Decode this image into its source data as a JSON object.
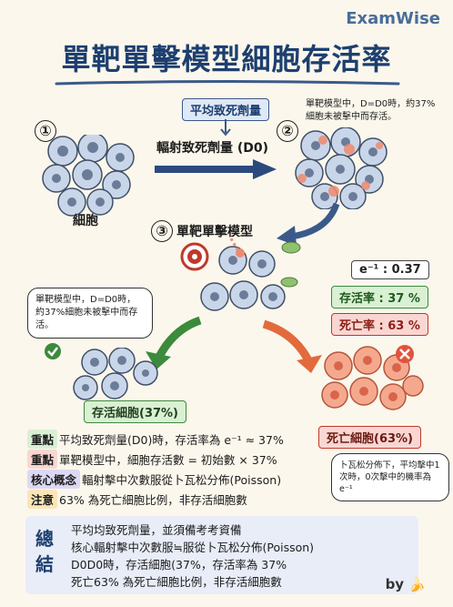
{
  "brand": "ExamWise",
  "title": "單靶單擊模型細胞存活率",
  "steps": {
    "s1": "①",
    "s2": "②",
    "s3": "③"
  },
  "chip_avg_lethal": "平均致死劑量",
  "radiation_label": "輻射致死劑量 (D0)",
  "cells_label": "細胞",
  "model_label": "單靶單擊模型",
  "bubble_top_right": "單靶模型中，D=D0時，約37%細胞未被擊中而存活。",
  "bubble_left": "單靶模型中，D=D0時，約37%細胞未被擊中而存活。",
  "e_value": "e⁻¹ : 0.37",
  "survival_rate": "存活率 : 37 %",
  "death_rate": "死亡率 : 63 %",
  "surviving_cells": "存活細胞(37%)",
  "dead_cells": "死亡細胞(63%)",
  "poisson_note": "卜瓦松分佈下，平均擊中1次時，0次擊中的機率為e⁻¹",
  "key_points": [
    {
      "tag": "重點",
      "tag_color": "#d9f0d3",
      "text": "平均致死劑量(D0)時，存活率為 e⁻¹ ≈ 37%"
    },
    {
      "tag": "重點",
      "tag_color": "#f9d6d2",
      "text": "單靶模型中，細胞存活數 = 初始數 × 37%"
    },
    {
      "tag": "核心概念",
      "tag_color": "#dcd9f2",
      "text": "輻射擊中次數服從卜瓦松分佈(Poisson)"
    },
    {
      "tag": "注意",
      "tag_color": "#fbe5b8",
      "text": "63% 為死亡細胞比例，非存活細胞數"
    }
  ],
  "summary": {
    "key": "總結",
    "lines": [
      "平均均致死劑量，並須備考考資備",
      "核心輻射擊中次數服≒服從卜瓦松分佈(Poisson)",
      "D0D0時，存活細胞(37%，存活率為 37%",
      "死亡63% 為死亡細胞比例，非存活細胞數"
    ]
  },
  "byline": "by"
}
